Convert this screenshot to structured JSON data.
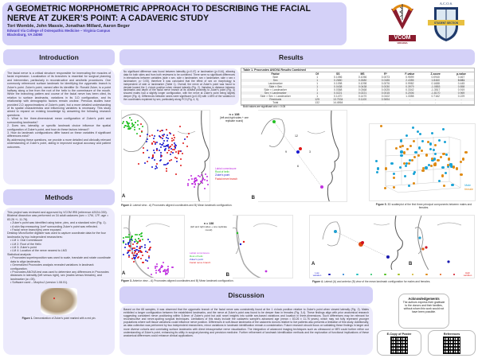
{
  "header": {
    "title_line1": "A GEOMETRIC MORPHOMETRIC APPROACH TO DESCRIBING THE FACIAL",
    "title_line2": "NERVE AT ZUKER’S POINT: A CADAVERIC STUDY",
    "authors": "Tori Womble, John Massie, Jonathan Millard, Aaron Beger",
    "institution": "Edward Via College of Osteopathic Medicine – Virginia Campus",
    "location": "Blacksburg, VA 24060",
    "logos": [
      {
        "name": "vcom-logo",
        "text": "VCOM",
        "subtext": "VIRGINIA"
      },
      {
        "name": "acos-logo",
        "text": "A.C.O.S.",
        "subtext": "STUDENT SECTION"
      }
    ]
  },
  "colors": {
    "header_bg": "#d4d1f8",
    "panel_bg": "#eceafc",
    "accent_purple": "#4a3bbf",
    "male": "#1aa3d6",
    "female": "#e08a12"
  },
  "introduction": {
    "heading": "Introduction",
    "body": "The facial nerve is a critical structure responsible for innervating the muscles of facial expression. Localization of its branches is essential for surgical planning and intervention, particularly in reconstructive and aesthetic procedures. One commonly referenced surface landmark for identifying the zygomatic branch is Zuker's point. Zuker's point, named after its identifier Dr. Ronald Zuker, is a point halfway along a line from the root of the helix to the commissure of the mouth. While the branching pattern and course of the facial nerve has been cited, its relation to surface landmarks, variations in its 3-D configuration, and its relationship with demographic factors remain unclear. Previous studies have provided 2-D approximations of Zuker's point, but a more detailed understanding of its spatial characteristics and influencing variables is necessary. This study aimed to expand on existing knowledge by answering the following research questions:",
    "questions": [
      "1. What is the three-dimensional mean configuration of Zuker's point and surrounding landmarks?",
      "2. Does sex, laterality, or specific landmark choice influence the spatial configuration of Zuker's point, and how do these factors interact?",
      "3. How do landmark configurations differ based on these variables if significant differences exist?"
    ],
    "closing": "By addressing these questions, we provide a more detailed and clinically relevant understanding of Zuker's point, aiding in improved surgical accuracy and patient outcomes."
  },
  "methods": {
    "heading": "Methods",
    "items": [
      "This project was reviewed and approved by VCOM IRB (reference #2024-039).",
      "Bilateral dissection was performed on 34 adult cadavers (sex = 17M, 17F; age = 83.26 +/- 11.76).",
      "• Zuker's point was identified using twine, pins, and a standard ruler (Fig. 1).",
      "• A skin flap measuring 1cm² surrounding Zuker's point was reflected.",
      "• Facial nerve branch(es) were exposed.",
      "Desktop MicroScribe digitizer was used to capture coordinate data for the four landmarks by two independent researchers:",
      "• LM 1: Oral Commissure",
      "• LM 2: Root of the Helix",
      "• LM 3: Zuker's point",
      "• LM 4: Location of the nerve nearest to LM3",
      "Statistical analysis:",
      "• Procrustes superimposition was used to scale, translate and rotate coordinate data to align landmarks.",
      "• Generalized Procrustes analysis revealed variations in landmark configuration.",
      "• Procrustes ANOVA test was used to determine any differences in Procrustes distances in laterality (left versus right), sex (males versus females), and landmarker (α=.05).",
      "• Software used – MorphoJ (version 1.08.01)."
    ],
    "figure1_caption_bold": "Figure 1.",
    "figure1_caption": " Demonstration of Zuker's point marked with a red pin."
  },
  "results": {
    "heading": "Results",
    "body": "No significant difference was found between laterality (p=0.47) or landmarker (p=0.44), allowing data for both sides and from both reviewers to be combined. There were no significant differences in interactions between variables (side x sex, side x landmarker, sex x landmarker, side x sex x landmarker; p> 0.05), therefore it was concluded that the effect of sex on morphology is independent of side or landmarker (Table 1). Overall, the nerve at Zuker's point was found to deviate toward the 1 o'clock position when viewed laterally (Fig. 2). Variation in distance between landmarks and depth of the facial nerve branch at its closest proximity to Zuker's point (Fig. 3) showed males had a slightly longer configuration, with the nerve at Zuker's point being slightly deeper (Fig. 4). Differences between sexes were significant (p=0.03) with 1.65% of the variation in the coordinates explained by sex, particularly along PC3 (Fig. 4, 5).",
    "table": {
      "title": "Table 1. Procrustes ANOVA Results Combined",
      "headers": [
        "Factor",
        "Df",
        "SS",
        "MS",
        "R²",
        "F-value",
        "Z-score",
        "p-value"
      ],
      "rows": [
        [
          "Side",
          "1",
          "0.1056",
          "0.1056",
          "0.0073",
          "0.9599",
          "0.0940",
          "0.467"
        ],
        [
          "Sex",
          "1",
          "0.2680",
          "0.2680",
          "0.0185",
          "2.4355",
          "1.8460",
          "0.031"
        ],
        [
          "Landmarker",
          "1",
          "0.1098",
          "0.1098",
          "0.0076",
          "0.9982",
          "0.1688",
          "0.445"
        ],
        [
          "Side × Sex",
          "1",
          "0.0438",
          "0.0438",
          "0.0030",
          "0.3979",
          "-1.0853",
          "0.858"
        ],
        [
          "Side × Landmarker",
          "1",
          "0.0368",
          "0.0368",
          "0.0025",
          "0.3342",
          "-1.3517",
          "0.919"
        ],
        [
          "Sex × Landmarker",
          "1",
          "0.0221",
          "0.0221",
          "0.0015",
          "0.2006",
          "-1.8170",
          "0.969"
        ],
        [
          "Side × Sex × Landmarker",
          "1",
          "0.1470",
          "0.1470",
          "0.0102",
          "1.3358",
          "0.7162",
          "0.229"
        ],
        [
          "Residuals",
          "125",
          "13.7534",
          "0.1100",
          "0.9494",
          "-",
          "-",
          "-"
        ],
        [
          "Total",
          "132",
          "14.4864",
          "-",
          "-",
          "-",
          "-",
          "-"
        ]
      ],
      "footnote": "Bold values are significant at α = 0.05"
    },
    "fig2": {
      "n_label": "n = 138",
      "n_sub": "(left and right sides + one replicate round)",
      "legend": [
        "Labial commissure",
        "Root of helix",
        "Zuker's point",
        "Facial nerve branch"
      ],
      "legend_colors": [
        "#c030e0",
        "#22c022",
        "#1a1ad0",
        "#e01818"
      ],
      "clock_labels": [
        "12",
        "3",
        "6",
        "9"
      ],
      "panel_a": "A",
      "panel_b": "B",
      "caption_bold": "Figure 2.",
      "caption": " Lateral view - A) Procrustes aligned coordinates and B) Mean landmark configuration."
    },
    "fig3": {
      "n_label": "n = 138",
      "n_sub": "(left and right sides + one replicate round)",
      "legend": [
        "Labial commissure",
        "Root of helix",
        "Zuker's point",
        "Facial nerve branch"
      ],
      "panel_a": "A",
      "panel_b": "B",
      "caption_bold": "Figure 3.",
      "caption": " Anterior view – A) Procrustes aligned coordinates and B) Mean landmark configuration."
    },
    "fig4": {
      "panel_a": "A",
      "panel_b": "B",
      "scale_low": "Low variation",
      "scale_high": "High variation",
      "scale_colors": [
        "#1a1ab0",
        "#1a78d0",
        "#20c0c0",
        "#20c060",
        "#50c020",
        "#a0c020",
        "#d0b020",
        "#e08a12",
        "#e05a12",
        "#d01020"
      ],
      "caption_bold": "Figure 4.",
      "caption": " Lateral (A) and anterior (B) view of the mean landmark configuration for males and females."
    },
    "fig5": {
      "legend": [
        "Male",
        "female"
      ],
      "caption_bold": "Figure 5.",
      "caption": " 3D scatterplot of the first three principal components between males and females."
    }
  },
  "discussion": {
    "heading": "Discussion",
    "body": "Based on the 68 samples, it was observed that the zygomatic branch of the facial nerve was consistently found at the 1 o'clock position relative to Zuker's point when viewed laterally (Fig. 2). Males exhibited a longer configuration between the established landmarks, and the nerve at Zuker's point was found to be deeper than in females (Fig. 3,4). These findings align with prior anatomical research suggesting consistent nerve positioning within 5-6mm of Zuker's point but add novel insights into subtle sex-based variations and location in three-dimensions. Such differences may be relevant for reconstructive and nerve-sparing surgical techniques. Limitations of this study include the cadaveric sample's advanced age (mean = 83.26 ± 11.76 years), which may not fully represent younger populations where soft tissue variations could influence nerve position. Differences in soft-tissue landmarks of the cadaveric donors relative to live patients also presents a limitation of this study. Additionally, as data collection was performed by two independent researchers, minor variations in landmark identification remain a consideration. Future research should focus on validating these findings in larger and more diverse cohorts and correlating surface landmarks with direct intraoperative nerve visualization. The integration of advanced imaging techniques such as ultrasound or MRI could further refine our understanding of Zuker's point, enhancing its utility in surgical planning and precision medicine. Further refinement of landmark identification methods and the exploration of functional implications of these anatomical differences could enhance clinical applications."
  },
  "acknowledgements": {
    "heading": "Acknowledgements",
    "body": "The authors express their gratitude to the donors and their families, without whom this work would not have been possible."
  },
  "qr_codes": [
    {
      "label": "E-Copy of Poster"
    },
    {
      "label": "References"
    }
  ]
}
